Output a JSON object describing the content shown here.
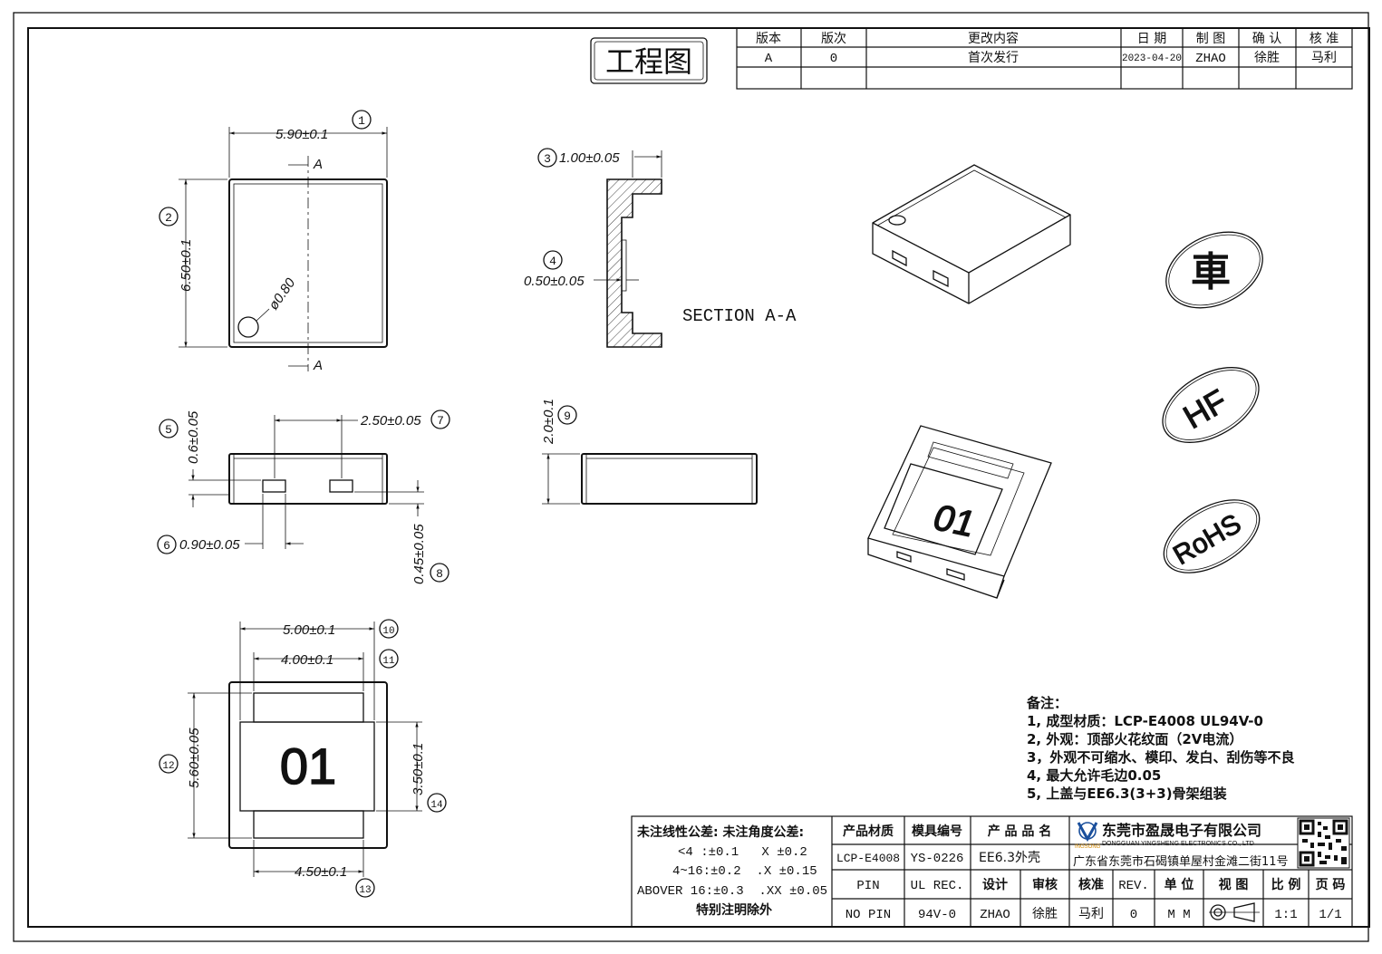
{
  "title_box": "工程图",
  "revision_table": {
    "headers": [
      "版本",
      "版次",
      "更改内容",
      "日 期",
      "制 图",
      "确 认",
      "核 准"
    ],
    "row": [
      "A",
      "0",
      "首次发行",
      "2023-04-20",
      "ZHAO",
      "徐胜",
      "马利"
    ]
  },
  "dimensions": {
    "d1": "5.90±0.1",
    "d2": "6.50±0.1",
    "hole": "ø0.80",
    "section_letter": "A",
    "d3": "1.00±0.05",
    "d4": "0.50±0.05",
    "section_label": "SECTION A-A",
    "d5": "0.6±0.05",
    "d6": "0.90±0.05",
    "d7": "2.50±0.05",
    "d8": "0.45±0.05",
    "d9": "2.0±0.1",
    "d10": "5.00±0.1",
    "d11": "4.00±0.1",
    "d12": "5.60±0.05",
    "d13": "4.50±0.1",
    "d14": "3.50±0.1",
    "part_mark": "01"
  },
  "balloons": [
    "1",
    "2",
    "3",
    "4",
    "5",
    "6",
    "7",
    "8",
    "9",
    "10",
    "11",
    "12",
    "13",
    "14"
  ],
  "marks": {
    "car": "車",
    "hf": "HF",
    "rohs": "RoHS"
  },
  "notes": {
    "title": "备注：",
    "items": [
      "1, 成型材质：LCP-E4008 UL94V-0",
      "2, 外观：顶部火花纹面（2V电流）",
      "3，外观不可缩水、模印、发白、刮伤等不良",
      "4, 最大允许毛边0.05",
      "5, 上盖与EE6.3(3+3)骨架组装"
    ]
  },
  "tolerance": {
    "line1": "未注线性公差:  未注角度公差:",
    "line2": "<4 :±0.1   X ±0.2",
    "line3": "4~16:±0.2  .X ±0.15",
    "line4": "ABOVER 16:±0.3  .XX ±0.05",
    "line5": "特别注明除外"
  },
  "title_block": {
    "material_label": "产品材质",
    "material": "LCP-E4008",
    "mold_label": "模具编号",
    "mold": "YS-0226",
    "name_label": "产 品 品 名",
    "name": "EE6.3外壳",
    "company_cn": "东莞市盈晟电子有限公司",
    "company_en": "DONGGUAN YINGSHENG ELECTRONICS CO., LTD",
    "logo_text": "INGSONG",
    "address": "广东省东莞市石碣镇单屋村金滩二街11号",
    "pin_label": "PIN",
    "ul_label": "UL REC.",
    "design_label": "设计",
    "review_label": "审核",
    "approve_label": "核准",
    "rev_label": "REV.",
    "unit_label": "单 位",
    "view_label": "视 图",
    "scale_label": "比 例",
    "page_label": "页 码",
    "pin": "NO PIN",
    "ul": "94V-0",
    "design": "ZHAO",
    "review": "徐胜",
    "approve": "马利",
    "rev": "0",
    "unit": "M M",
    "scale": "1:1",
    "page": "1/1"
  }
}
